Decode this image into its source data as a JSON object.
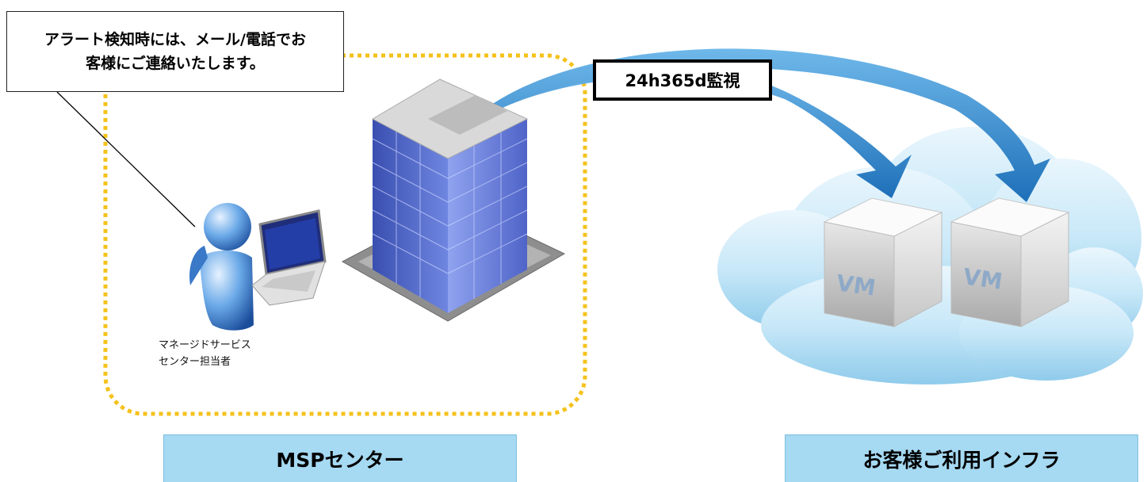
{
  "callout": {
    "line1": "アラート検知時には、メール/電話でお",
    "line2": "客様にご連絡いたします。"
  },
  "monitoring_label": "24h365d監視",
  "staff_label": {
    "line1": "マネージドサービス",
    "line2": "センター担当者"
  },
  "vm_label": "VM",
  "panels": {
    "left": "MSPセンター",
    "right": "お客様ご利用インフラ"
  },
  "colors": {
    "dashed_border": "#f4c21b",
    "panel_bg": "#a6d9f2",
    "arrow": "#2a7dc4",
    "cloud": "#bfe3f7"
  }
}
